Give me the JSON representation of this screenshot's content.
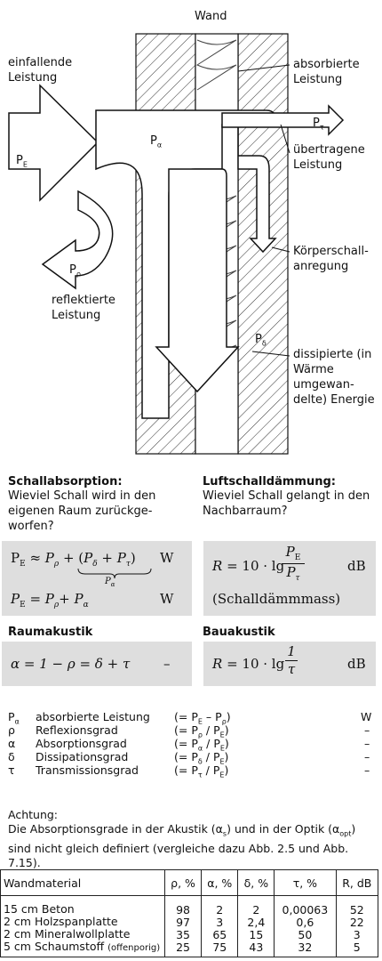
{
  "diagram": {
    "wall_label": "Wand",
    "incident_label": "einfallende Leistung",
    "absorbed_label": "absorbierte Leistung",
    "transmitted_label": "übertragene Leistung",
    "structure_borne_label": "Körperschall-anregung",
    "reflected_label": "reflektierte Leistung",
    "dissipated_label": "dissipierte (in Wärme umgewan-delte) Energie",
    "symbols": {
      "pe": "P",
      "pe_sub": "E",
      "pa": "P",
      "pa_sub": "α",
      "pt": "P",
      "pt_sub": "τ",
      "pr": "P",
      "pr_sub": "ρ",
      "pd": "P",
      "pd_sub": "δ"
    }
  },
  "sections": {
    "absorption_title": "Schallabsorption:",
    "absorption_question": "Wieviel Schall wird in den eigenen Raum zurückge-worfen?",
    "airborne_title": "Luftschalldämmung:",
    "airborne_question": "Wieviel Schall gelangt in den Nachbarraum?",
    "room_title": "Raumakustik",
    "building_title": "Bauakustik"
  },
  "formulas": {
    "f1_lhs": "P",
    "f1_unit": "W",
    "f1_under": "P",
    "f2_unit": "W",
    "r1_unit": "dB",
    "r1_note": "(Schalldämmmass)",
    "room_formula": "α = 1 − ρ = δ + τ",
    "room_unit": "–",
    "r2_unit": "dB",
    "r2_num": "1",
    "r2_den": "τ"
  },
  "legend": [
    {
      "sym": "P",
      "sub": "α",
      "name": "absorbierte Leistung",
      "def": "(= P",
      "unit": "W"
    },
    {
      "sym": "ρ",
      "sub": "",
      "name": "Reflexionsgrad",
      "def": "(= P",
      "unit": "–"
    },
    {
      "sym": "α",
      "sub": "",
      "name": "Absorptionsgrad",
      "def": "(= P",
      "unit": "–"
    },
    {
      "sym": "δ",
      "sub": "",
      "name": "Dissipationsgrad",
      "def": "(= P",
      "unit": "–"
    },
    {
      "sym": "τ",
      "sub": "",
      "name": "Transmissionsgrad",
      "def": "(= P",
      "unit": "–"
    }
  ],
  "note": {
    "title": "Achtung:",
    "text1": "Die Absorptionsgrade in der Akustik (α",
    "sub1": "s",
    "text2": ") und in der Optik (α",
    "sub2": "opt",
    "text3": ")",
    "line2": "sind nicht gleich definiert (vergleiche dazu Abb. 2.5 und Abb. 7.15)."
  },
  "table": {
    "headers": [
      "Wandmaterial",
      "ρ, %",
      "α, %",
      "δ, %",
      "τ, %",
      "R, dB"
    ],
    "rows": [
      [
        "15 cm Beton",
        "98",
        "2",
        "2",
        "0,00063",
        "52"
      ],
      [
        "2 cm Holzspanplatte",
        "97",
        "3",
        "2,4",
        "0,6",
        "22"
      ],
      [
        "2 cm Mineralwollplatte",
        "35",
        "65",
        "15",
        "50",
        "3"
      ],
      [
        "5 cm Schaumstoff",
        "25",
        "75",
        "43",
        "32",
        "5"
      ]
    ],
    "row4_note": "(offenporig)"
  }
}
